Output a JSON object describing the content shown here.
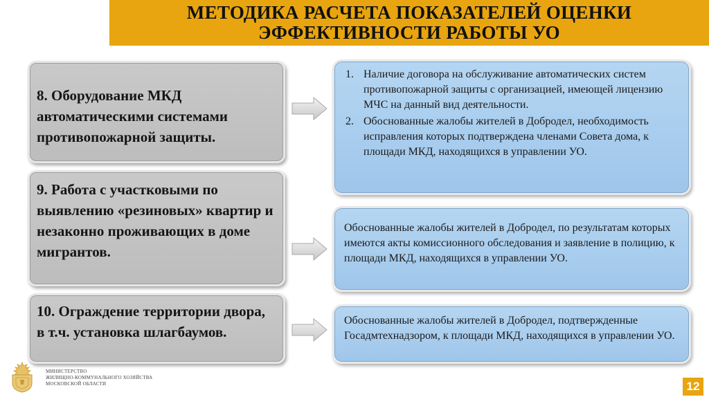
{
  "header": {
    "line1": "МЕТОДИКА РАСЧЕТА ПОКАЗАТЕЛЕЙ ОЦЕНКИ",
    "line2": "ЭФФЕКТИВНОСТИ РАБОТЫ УО"
  },
  "rows": [
    {
      "title": "8. Оборудование МКД автоматическими системами противопожарной защиты.",
      "items": [
        {
          "num": "1.",
          "text": "Наличие договора на обслуживание автоматических систем противопожарной защиты с организацией, имеющей лицензию МЧС на данный вид деятельности."
        },
        {
          "num": "2.",
          "text": "Обоснованные жалобы жителей в Добродел, необходимость исправления которых подтверждена членами Совета дома, к площади МКД, находящихся в управлении УО."
        }
      ]
    },
    {
      "title": "9. Работа с участковыми по выявлению «резиновых» квартир и незаконно проживающих в доме мигрантов.",
      "text": "Обоснованные жалобы жителей в Добродел, по результатам которых имеются акты комиссионного обследования и заявление в полицию, к площади МКД, находящихся в управлении УО."
    },
    {
      "title": "10. Ограждение территории двора, в т.ч. установка шлагбаумов.",
      "text": "Обоснованные жалобы жителей в Добродел, подтвержденные Госадмтехнадзором, к площади МКД, находящихся в управлении УО."
    }
  ],
  "footer": {
    "ministry_line1": "МИНИСТЕРСТВО",
    "ministry_line2": "ЖИЛИЩНО-КОММУНАЛЬНОГО ХОЗЯЙСТВА",
    "ministry_line3": "МОСКОВСКОЙ ОБЛАСТИ",
    "page_number": "12"
  },
  "colors": {
    "accent": "#e8a50f",
    "left_box": "#c4c4c4",
    "right_box": "#aacdee"
  }
}
